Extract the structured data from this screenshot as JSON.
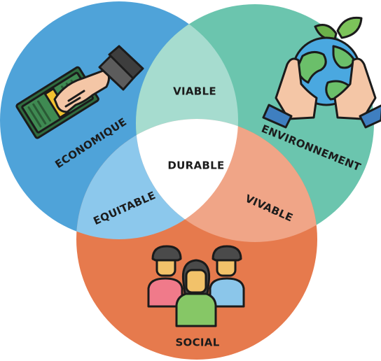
{
  "labels": {
    "economique": "ECONOMIQUE",
    "environnement": "ENVIRONNEMENT",
    "social": "SOCIAL",
    "viable": "VIABLE",
    "equitable": "EQUITABLE",
    "vivable": "VIVABLE",
    "durable": "DURABLE"
  },
  "colors": {
    "economique": "#4FA3D9",
    "environnement": "#6BC5AE",
    "social": "#E67A4D",
    "viable": "#A6DCCF",
    "equitable": "#8CC8EC",
    "vivable": "#F0A587",
    "durable": "#FFFFFF"
  },
  "icons": {
    "economique": "money-hand-icon",
    "environnement": "earth-in-hands-icon",
    "social": "people-group-icon"
  }
}
